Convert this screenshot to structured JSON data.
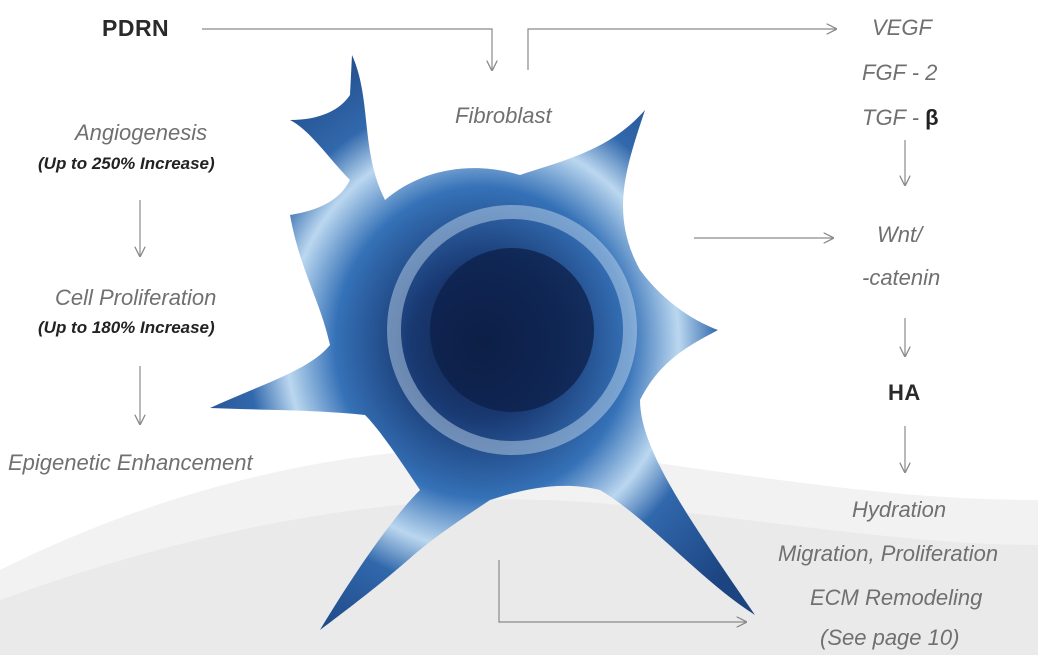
{
  "nodes": {
    "pdrn": "PDRN",
    "fibroblast": "Fibroblast",
    "vegf": "VEGF",
    "fgf2": "FGF - 2",
    "tgf_prefix": "TGF -",
    "tgf_beta": "β",
    "wnt_line1": "Wnt/",
    "wnt_line2": "-catenin",
    "ha": "HA",
    "angiogenesis": "Angiogenesis",
    "angiogenesis_note": "(Up to 250% Increase)",
    "cell_proliferation": "Cell Proliferation",
    "cell_proliferation_note": "(Up to 180% Increase)",
    "epigenetic": "Epigenetic Enhancement",
    "hydration": "Hydration",
    "migration": "Migration, Proliferation",
    "ecm": "ECM Remodeling",
    "see_page": "(See page 10)"
  },
  "colors": {
    "arrow": "#8a8a8a",
    "cell_dark": "#0b2550",
    "cell_mid": "#1f5fa8",
    "cell_light": "#8fc0e8",
    "wave": "#e8e8e8"
  }
}
